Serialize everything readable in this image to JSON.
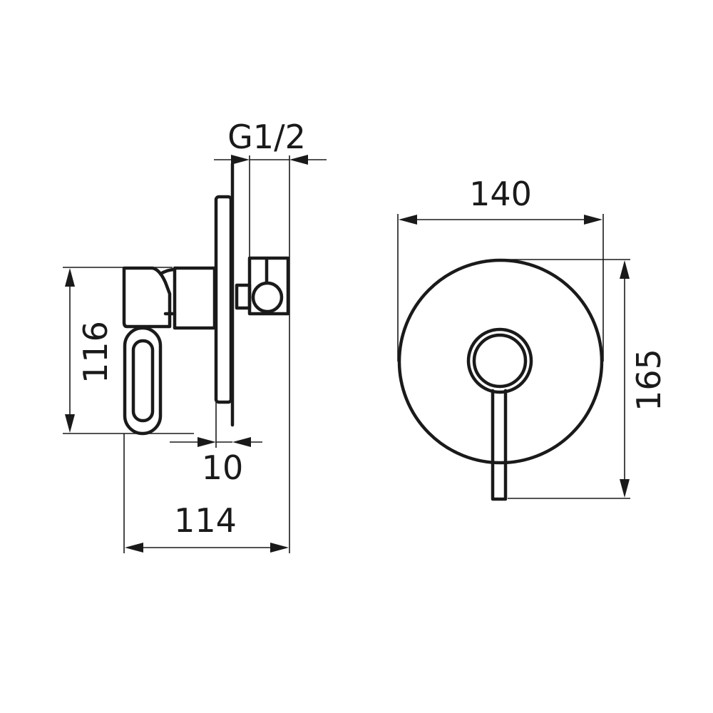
{
  "dimensions": {
    "connection": "G1/2",
    "side_height": "116",
    "wall_offset": "10",
    "side_depth": "114",
    "plate_width": "140",
    "total_height": "165"
  },
  "colors": {
    "line": "#1a1a1a",
    "background": "#ffffff"
  }
}
